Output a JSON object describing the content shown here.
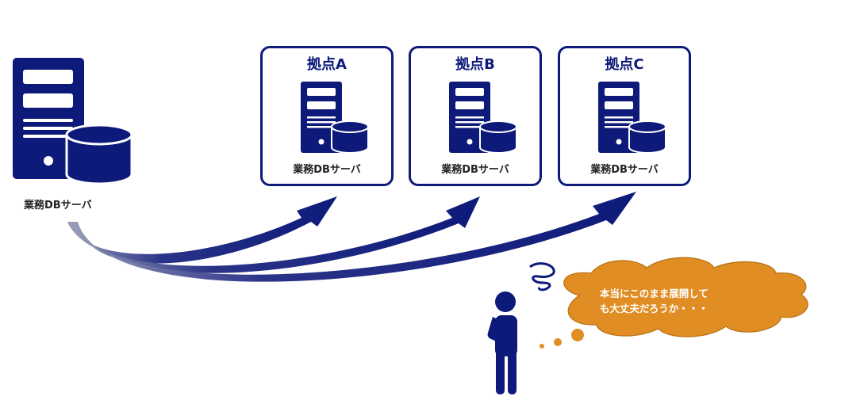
{
  "main_server": {
    "label": "業務DBサーバ"
  },
  "sites": [
    {
      "title": "拠点A",
      "server_label": "業務DBサーバ"
    },
    {
      "title": "拠点B",
      "server_label": "業務DBサーバ"
    },
    {
      "title": "拠点C",
      "server_label": "業務DBサーバ"
    }
  ],
  "thought_bubble": {
    "text": "本当にこのまま展開して\nも大丈夫だろうか・・・"
  },
  "icons": {
    "server": "server-with-database-icon",
    "person": "thinking-person-icon",
    "confusion": "spiral-confusion-icon",
    "arrow": "curved-deploy-arrow"
  },
  "colors": {
    "navy": "#0d1a7a",
    "bubble": "#e08d24",
    "bubble_border": "#b86f14"
  }
}
